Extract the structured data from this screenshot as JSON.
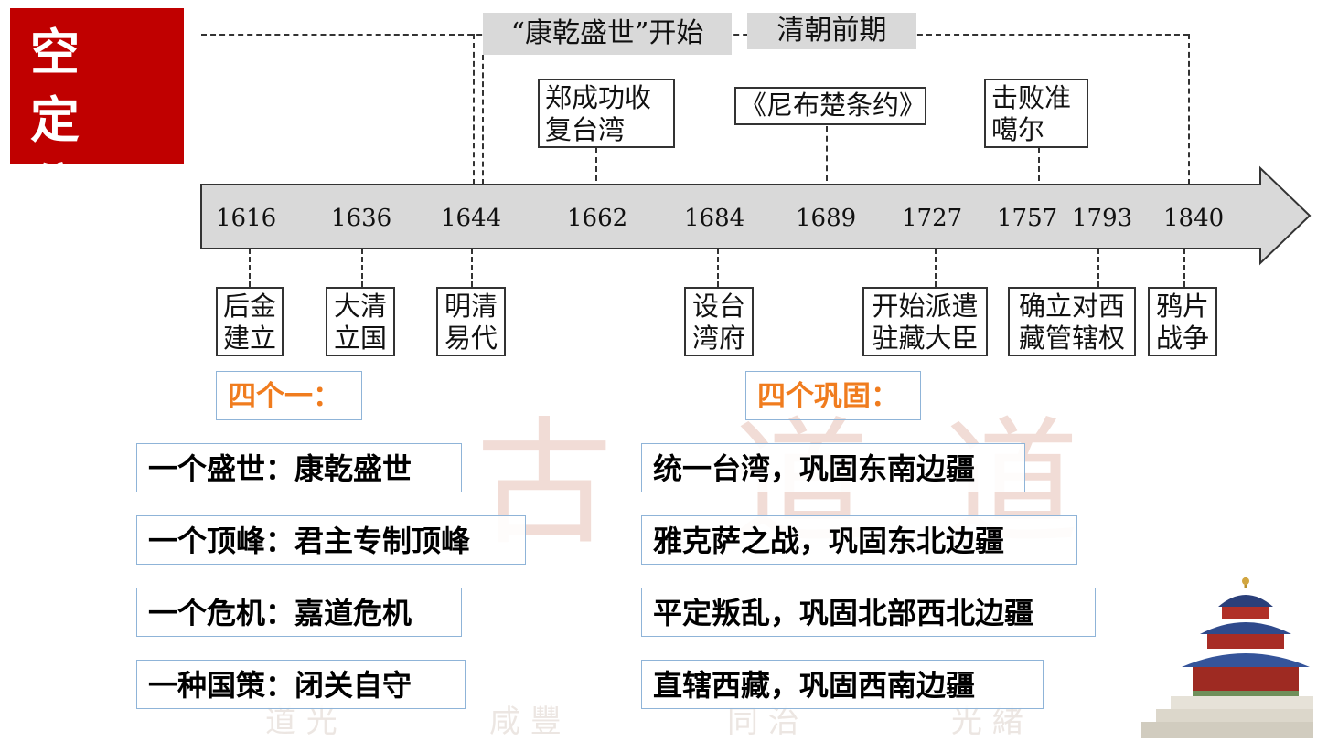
{
  "badge": {
    "line1": "时 空",
    "line2": "定 位"
  },
  "periods": {
    "kangqian": "“康乾盛世”开始",
    "early_qing": "清朝前期"
  },
  "timeline": {
    "years": [
      "1616",
      "1636",
      "1644",
      "1662",
      "1684",
      "1689",
      "1727",
      "1757",
      "1793",
      "1840"
    ]
  },
  "events_top": {
    "zheng": "郑成功收复台湾",
    "zheng_l1": "郑成功收",
    "zheng_l2": "复台湾",
    "treaty": "《尼布楚条约》",
    "zhungar_l1": "击败准",
    "zhungar_l2": "噶尔"
  },
  "events_bottom": {
    "houjin_l1": "后金",
    "houjin_l2": "建立",
    "daqing_l1": "大清",
    "daqing_l2": "立国",
    "mingqing_l1": "明清",
    "mingqing_l2": "易代",
    "taiwan_l1": "设台",
    "taiwan_l2": "湾府",
    "tibet1_l1": "开始派遣",
    "tibet1_l2": "驻藏大臣",
    "tibet2_l1": "确立对西",
    "tibet2_l2": "藏管辖权",
    "opium_l1": "鸦片",
    "opium_l2": "战争"
  },
  "left_section": {
    "header": "四个一：",
    "items": [
      "一个盛世：康乾盛世",
      "一个顶峰：君主专制顶峰",
      "一个危机：嘉道危机",
      "一种国策：闭关自守"
    ]
  },
  "right_section": {
    "header": "四个巩固：",
    "items": [
      "统一台湾，巩固东南边疆",
      "雅克萨之战，巩固东北边疆",
      "平定叛乱，巩固北部西北边疆",
      "直辖西藏，巩固西南边疆"
    ]
  },
  "watermark": {
    "bottom": [
      "道 光",
      "咸 豐",
      "同 治",
      "光 緒"
    ]
  },
  "colors": {
    "badge": "#c00000",
    "header_text": "#f07c1e",
    "arrow": "#d9d9d9"
  }
}
